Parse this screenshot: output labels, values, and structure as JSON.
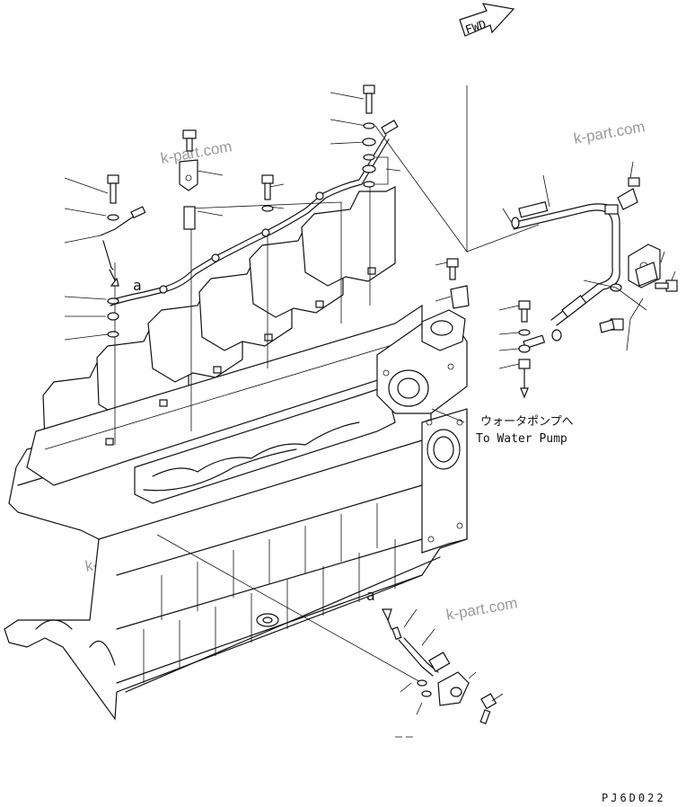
{
  "diagram": {
    "direction_arrow": "FWD",
    "callout_letter": "a",
    "callout_letter_2": "a",
    "destination_jp": "ウォータポンプへ",
    "destination_en": "To Water Pump",
    "drawing_code": "PJ6D022",
    "watermark": "k-part.com"
  }
}
